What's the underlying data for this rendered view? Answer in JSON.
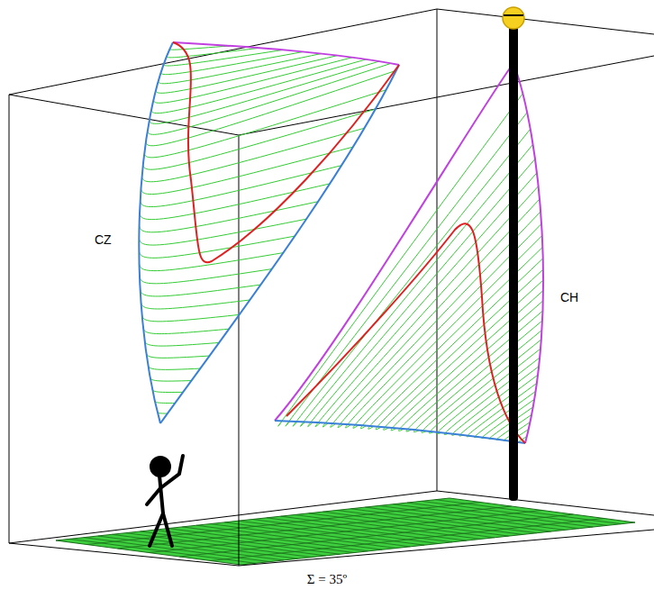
{
  "diagram": {
    "labels": [
      "CZ",
      "CH",
      "Σ = 35º"
    ]
  }
}
